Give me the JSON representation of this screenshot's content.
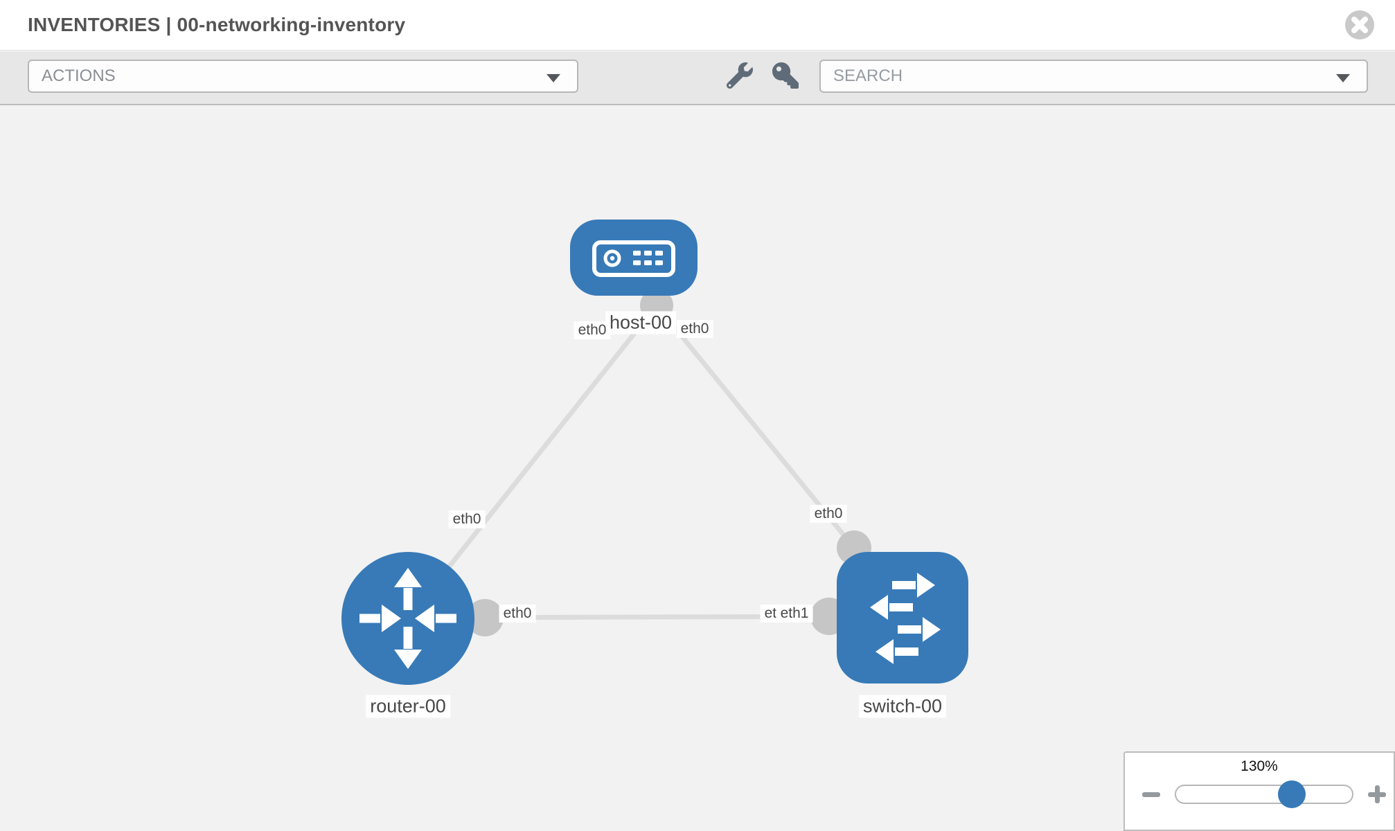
{
  "header": {
    "title": "INVENTORIES | 00-networking-inventory"
  },
  "toolbar": {
    "actions_dropdown": {
      "label": "ACTIONS"
    },
    "tools": [
      {
        "icon": "wrench"
      },
      {
        "icon": "key"
      }
    ],
    "search_dropdown": {
      "placeholder": "SEARCH"
    }
  },
  "topology": {
    "nodes": [
      {
        "label": "host-00",
        "type": "host"
      },
      {
        "label": "router-00",
        "type": "router"
      },
      {
        "label": "switch-00",
        "type": "switch"
      }
    ],
    "links": [
      {
        "from": "host-00",
        "to": "router-00",
        "from_interface": "eth0",
        "to_interface": "eth0"
      },
      {
        "from": "host-00",
        "to": "switch-00",
        "from_interface": "eth0",
        "to_interface": "eth0"
      },
      {
        "from": "router-00",
        "to": "switch-00",
        "from_interface": "eth0",
        "to_interface": "eth1"
      }
    ],
    "interface_labels": [
      {
        "text": "eth0"
      },
      {
        "text": "eth0"
      },
      {
        "text": "eth0"
      },
      {
        "text": "eth0"
      },
      {
        "text": "eth0"
      },
      {
        "text": "eth0"
      },
      {
        "text": "eth1"
      }
    ]
  },
  "zoom_control": {
    "level": "130%",
    "zoom_out_icon": "minus",
    "zoom_in_icon": "plus"
  },
  "colors": {
    "accent_blue": "#377ab7",
    "canvas_bg": "#f2f2f2",
    "toolbar_bg": "#e7e7e7",
    "link_gray": "#dcdcdc",
    "port_gray": "#c6c6c6",
    "label_text": "#474747"
  }
}
